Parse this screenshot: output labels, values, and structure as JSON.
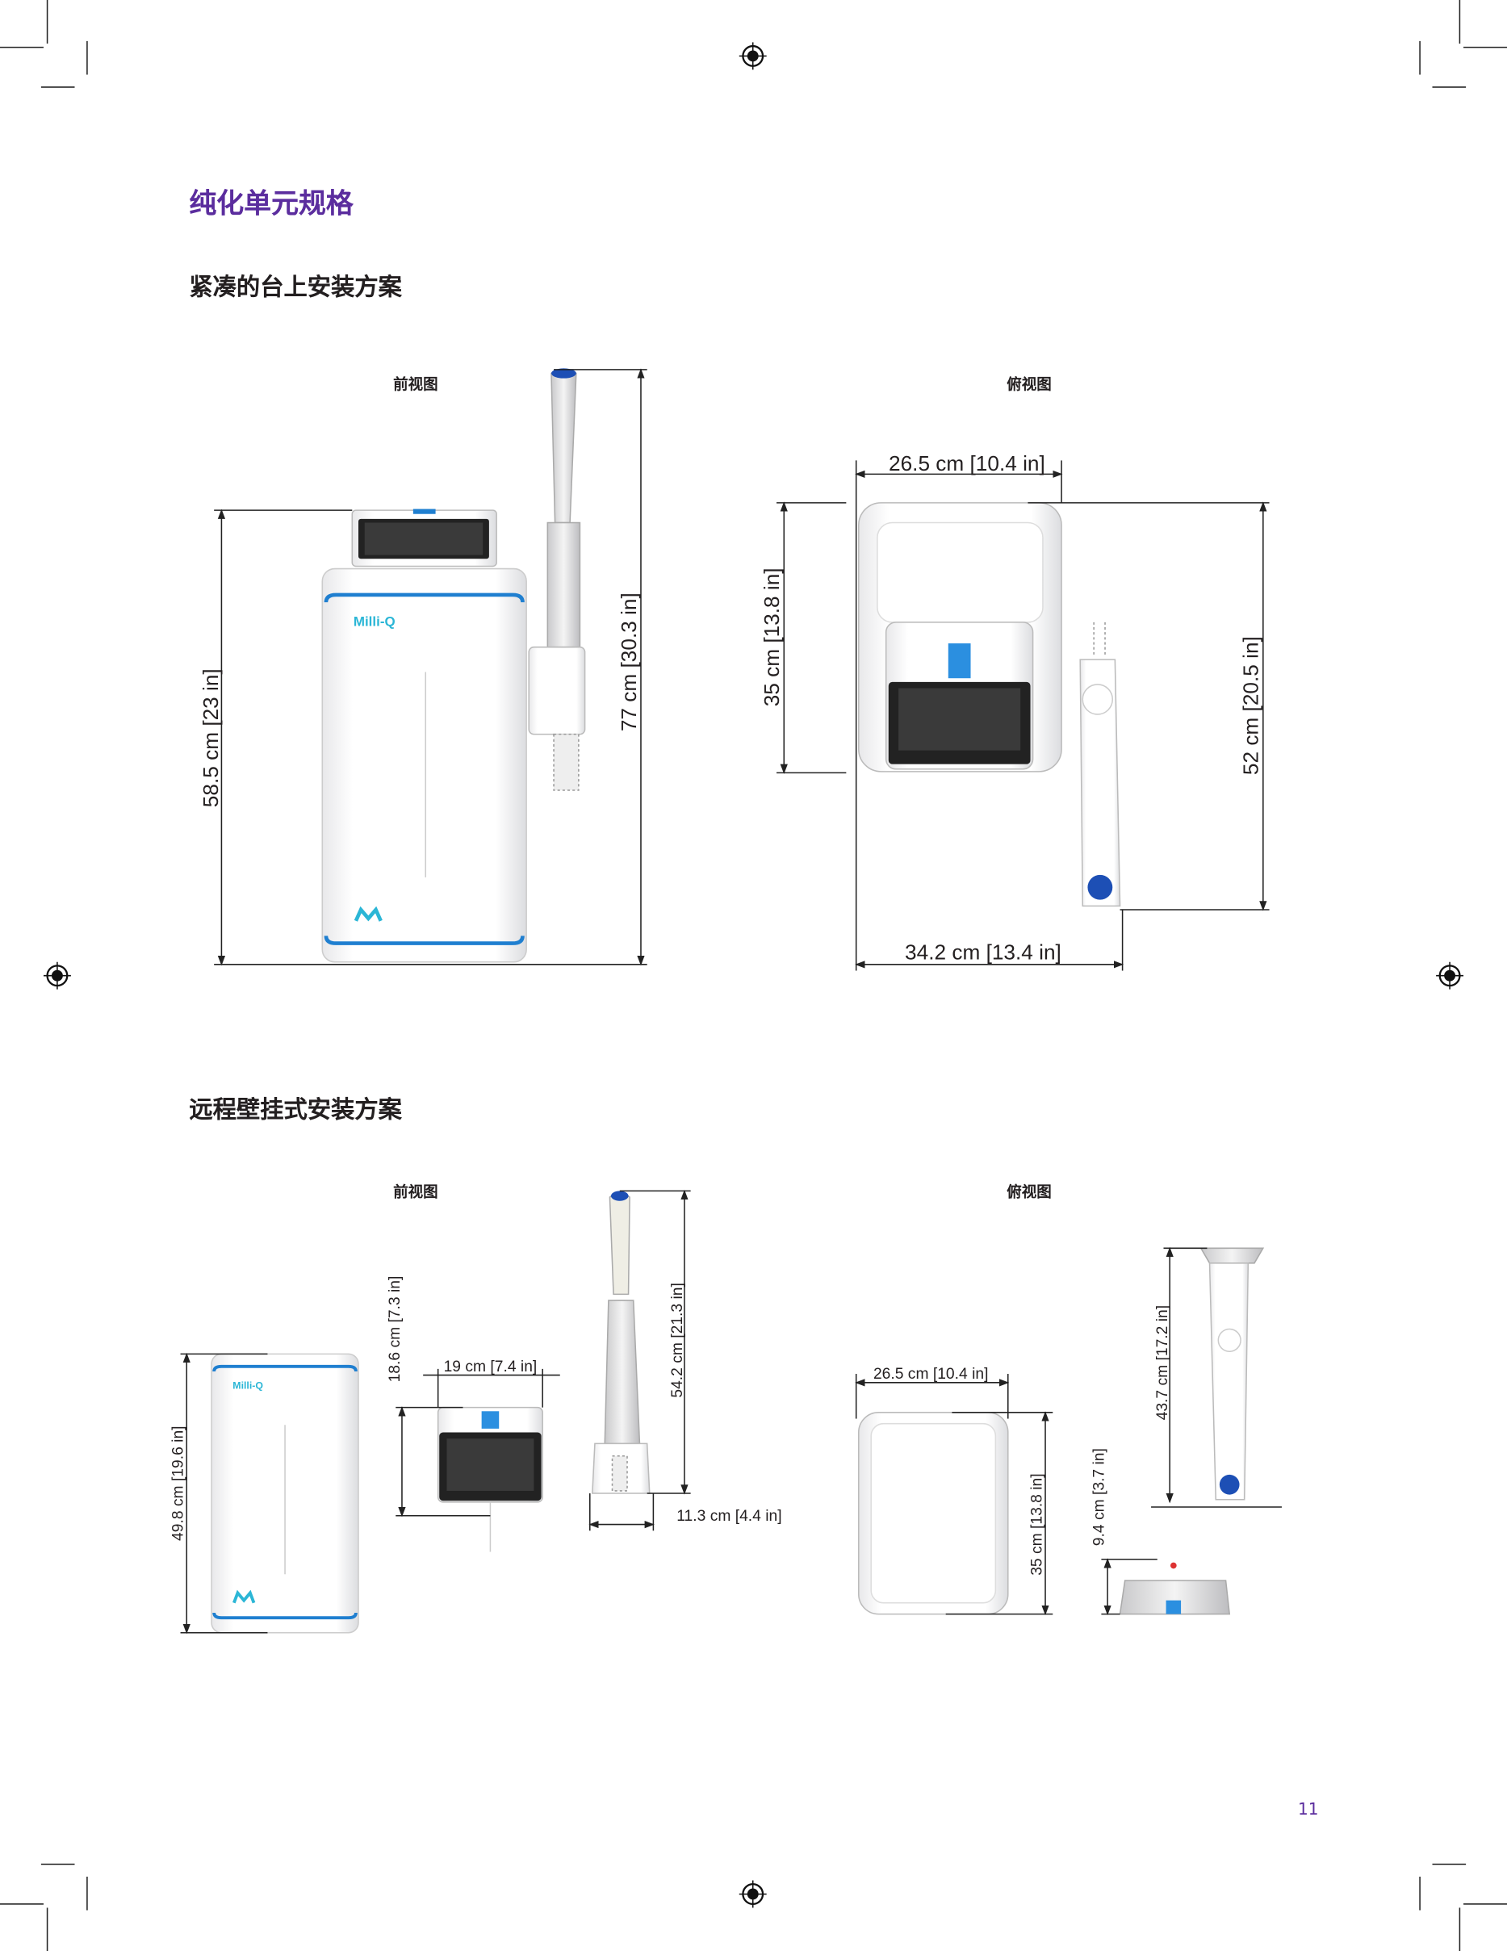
{
  "title": "纯化单元规格",
  "section_benchtop": {
    "heading": "紧凑的台上安装方案",
    "front_view": {
      "label": "前视图",
      "height_unit": "58.5 cm [23 in]",
      "height_total": "77 cm [30.3 in]",
      "brand": "Milli-Q"
    },
    "top_view": {
      "label": "俯视图",
      "width_unit": "26.5 cm [10.4 in]",
      "depth_unit": "35 cm [13.8 in]",
      "depth_total": "52 cm [20.5 in]",
      "width_total": "34.2 cm [13.4 in]"
    }
  },
  "section_wall": {
    "heading": "远程壁挂式安装方案",
    "front_view": {
      "label": "前视图",
      "height_unit": "49.8 cm [19.6 in]",
      "height_screen": "18.6 cm [7.3 in]",
      "width_screen": "19 cm [7.4 in]",
      "height_dispenser": "54.2 cm [21.3 in]",
      "width_dispenser_base": "11.3 cm [4.4 in]",
      "brand": "Milli-Q"
    },
    "top_view": {
      "label": "俯视图",
      "width_unit": "26.5 cm [10.4 in]",
      "depth_unit": "35 cm [13.8 in]",
      "depth_dispenser": "43.7 cm [17.2 in]",
      "height_base": "9.4 cm [3.7 in]"
    }
  },
  "page_number": "11",
  "colors": {
    "title": "#5b2d9e",
    "brand_blue": "#1f7fd0",
    "logo_cyan": "#2bb6d6"
  }
}
